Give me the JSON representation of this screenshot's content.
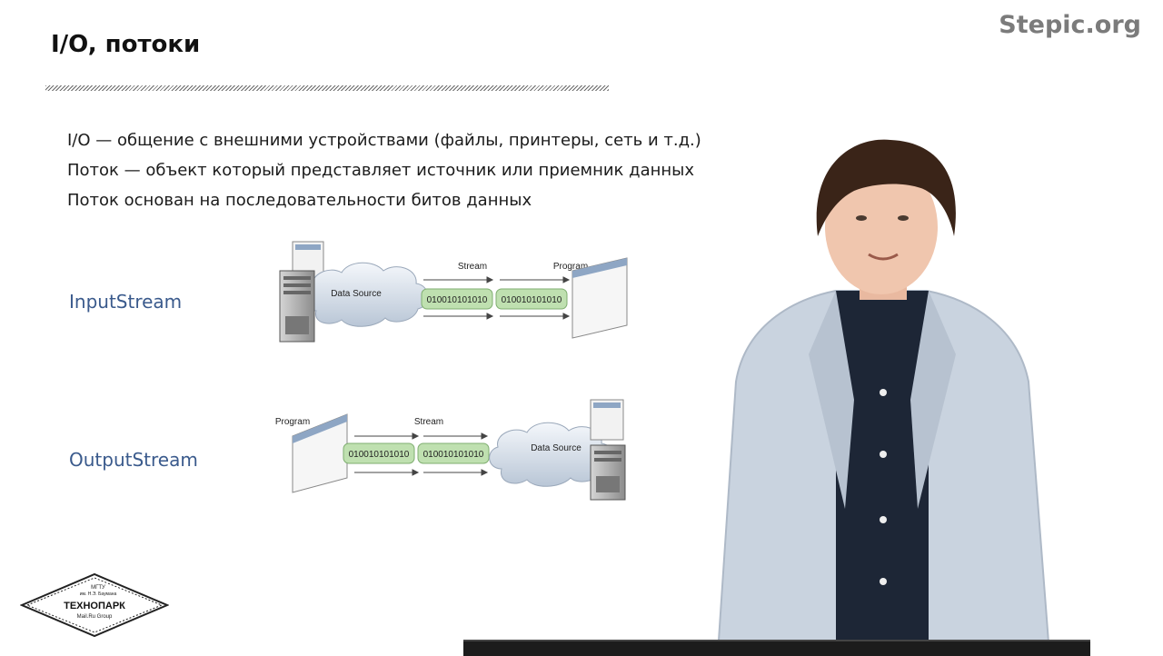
{
  "slide": {
    "title": "I/O, потоки",
    "brand": "Stepic.org",
    "bullets": [
      "I/O — общение с внешними устройствами (файлы, принтеры, сеть и т.д.)",
      "Поток — объект который представляет источник или приемник данных",
      "Поток основан на последовательности битов данных"
    ]
  },
  "input_stream": {
    "label": "InputStream",
    "source_label": "Data Source",
    "stream_label": "Stream",
    "program_label": "Program",
    "bits": [
      "010010101010",
      "010010101010"
    ]
  },
  "output_stream": {
    "label": "OutputStream",
    "program_label": "Program",
    "stream_label": "Stream",
    "dest_label": "Data Source",
    "bits": [
      "010010101010",
      "010010101010"
    ]
  },
  "logo": {
    "line1": "МГТУ",
    "line2": "им. Н.Э. Баумана",
    "line3": "ТЕХНОПАРК",
    "line4": "Mail.Ru Group"
  },
  "colors": {
    "label_blue": "#3a5a8c",
    "brand_gray": "#7b7b7b",
    "bit_green": "#bfe0b0"
  }
}
